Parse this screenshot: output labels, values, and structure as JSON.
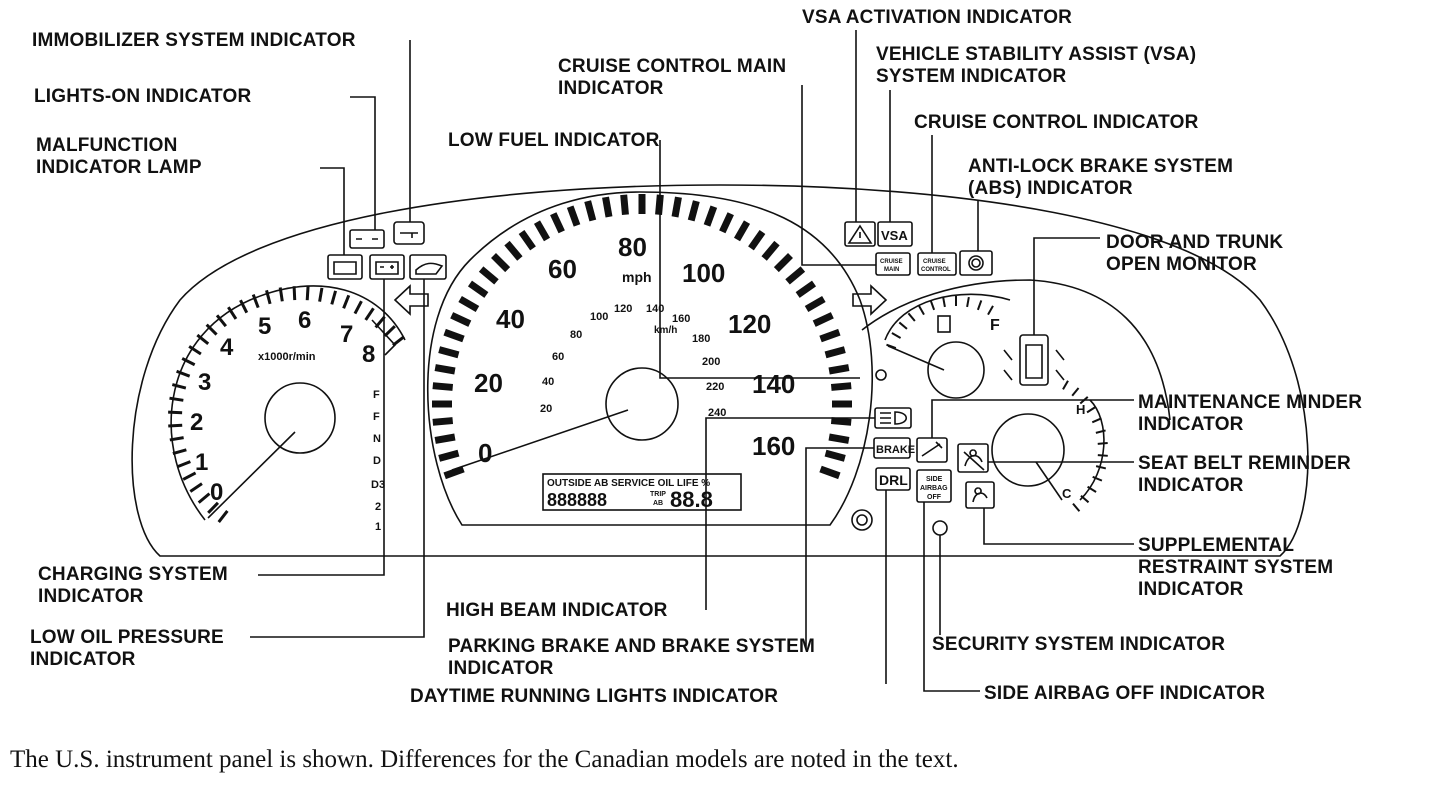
{
  "labels": {
    "immobilizer": "IMMOBILIZER SYSTEM INDICATOR",
    "lights_on": "LIGHTS-ON INDICATOR",
    "malfunction": [
      "MALFUNCTION",
      "INDICATOR LAMP"
    ],
    "low_fuel": "LOW FUEL INDICATOR",
    "cruise_main": [
      "CRUISE CONTROL MAIN",
      "INDICATOR"
    ],
    "vsa_activation": "VSA ACTIVATION INDICATOR",
    "vsa_system": [
      "VEHICLE STABILITY ASSIST (VSA)",
      "SYSTEM INDICATOR"
    ],
    "cruise_control": "CRUISE CONTROL INDICATOR",
    "abs": [
      "ANTI-LOCK BRAKE SYSTEM",
      "(ABS) INDICATOR"
    ],
    "door_trunk": [
      "DOOR AND TRUNK",
      "OPEN MONITOR"
    ],
    "maintenance": [
      "MAINTENANCE MINDER",
      "INDICATOR"
    ],
    "seat_belt": [
      "SEAT BELT REMINDER",
      "INDICATOR"
    ],
    "srs": [
      "SUPPLEMENTAL",
      "RESTRAINT SYSTEM",
      "INDICATOR"
    ],
    "charging": [
      "CHARGING SYSTEM",
      "INDICATOR"
    ],
    "low_oil": [
      "LOW OIL PRESSURE",
      "INDICATOR"
    ],
    "high_beam": "HIGH BEAM INDICATOR",
    "parking_brake": [
      "PARKING BRAKE AND BRAKE SYSTEM",
      "INDICATOR"
    ],
    "drl": "DAYTIME RUNNING LIGHTS INDICATOR",
    "security": "SECURITY SYSTEM INDICATOR",
    "side_airbag": "SIDE AIRBAG OFF INDICATOR"
  },
  "caption": "The U.S. instrument panel is shown. Differences for the Canadian models are noted in the text.",
  "tachometer": {
    "numbers": [
      "0",
      "1",
      "2",
      "3",
      "4",
      "5",
      "6",
      "7",
      "8"
    ],
    "unit": "x1000r/min"
  },
  "speedometer": {
    "mph": [
      "0",
      "20",
      "40",
      "60",
      "80",
      "100",
      "120",
      "140",
      "160"
    ],
    "kmh": [
      "20",
      "40",
      "60",
      "80",
      "100",
      "120",
      "140",
      "160",
      "180",
      "200",
      "220",
      "240"
    ],
    "unit_mph": "mph",
    "unit_kmh": "km/h"
  },
  "display": {
    "top_text": "OUTSIDE  AB  SERVICE OIL LIFE %",
    "digits_left": "888888",
    "trip_label": "TRIP",
    "ab_label": "AB",
    "digits_right": "88.8"
  },
  "fuel_gauge": {
    "full_mark": "F",
    "left_col": [
      "F",
      "F",
      "N",
      "D",
      "D3",
      "2",
      "1"
    ]
  },
  "temp_gauge": {
    "hot_mark": "H",
    "cold_mark": "C"
  },
  "icons": {
    "vsa_text": "VSA",
    "cruise_main_text": [
      "CRUISE",
      "MAIN"
    ],
    "cruise_control_text": [
      "CRUISE",
      "CONTROL"
    ],
    "brake_text": "BRAKE",
    "drl_text": "DRL",
    "side_airbag_text": [
      "SIDE",
      "AIRBAG",
      "OFF"
    ]
  }
}
